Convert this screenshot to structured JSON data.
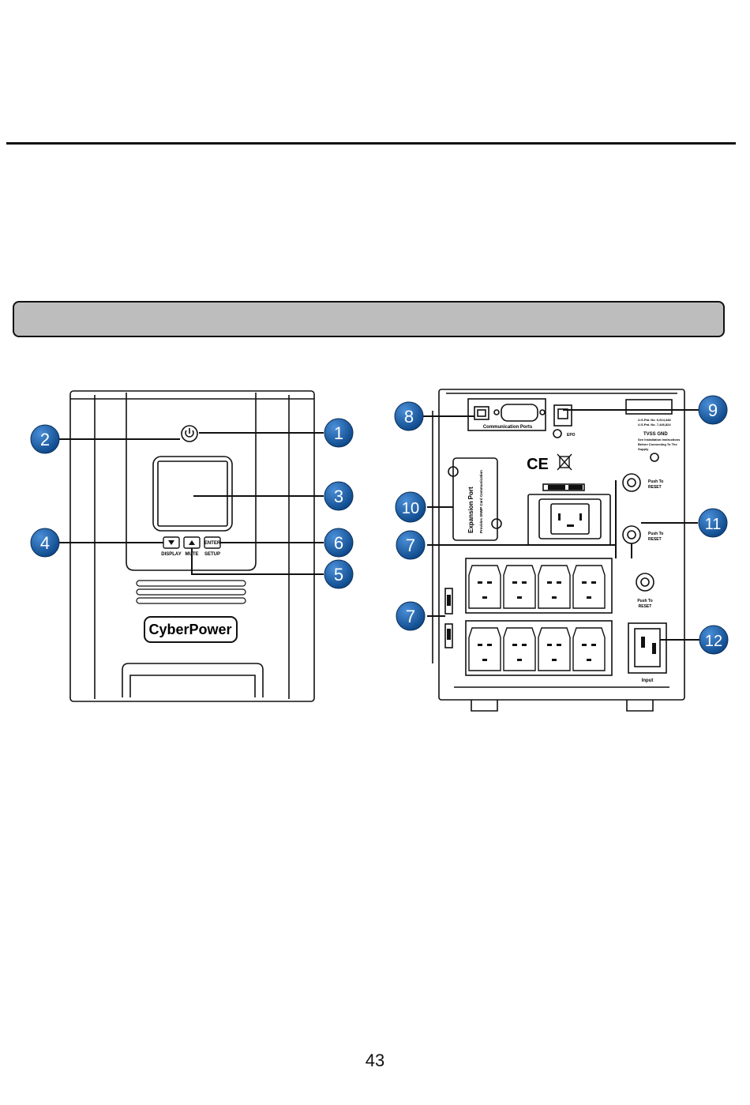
{
  "page": {
    "number": "43"
  },
  "front_panel": {
    "buttons": {
      "display": "DISPLAY",
      "mute": "MUTE",
      "enter": "ENTER",
      "setup": "SETUP"
    },
    "logo": "CyberPower"
  },
  "rear_panel": {
    "communication_ports": "Communication Ports",
    "epo": "EPO",
    "expansion_port": "Expansion Port",
    "expansion_port_sub": "Provides SNMP Card Communication",
    "patent_1": "U.S.Pat. No. 6,914,348",
    "patent_2": "U.S.Pat. No. 7,446,824",
    "tvss_gnd": "TVSS GND",
    "tvss_note_1": "See Installation Instructions",
    "tvss_note_2": "Before Connecting To The",
    "tvss_note_3": "Supply",
    "push_reset": "Push To",
    "reset": "RESET",
    "input": "Input",
    "ce": "CE"
  },
  "callouts": {
    "c1": "1",
    "c2": "2",
    "c3": "3",
    "c4": "4",
    "c5": "5",
    "c6": "6",
    "c7a": "7",
    "c7b": "7",
    "c8": "8",
    "c9": "9",
    "c10": "10",
    "c11": "11",
    "c12": "12"
  },
  "colors": {
    "callout_fill": "#1b5fa8",
    "section_bar": "#bdbdbd",
    "line": "#111111"
  }
}
